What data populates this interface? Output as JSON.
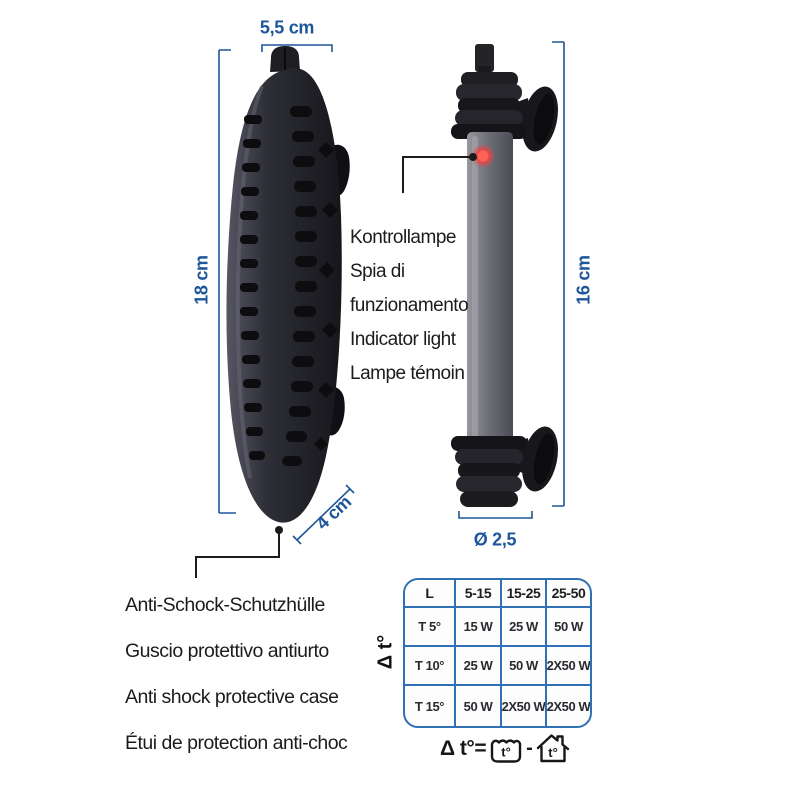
{
  "page": {
    "background": "#ffffff"
  },
  "colors": {
    "dimension_blue": "#1e569b",
    "table_border_blue": "#3070b5",
    "label_text": "#1c1c1c",
    "indicator_red": "#ee4440",
    "product_black": "#1b1b20",
    "tube_gray": "#73737b"
  },
  "case": {
    "dim_top_width": "5,5 cm",
    "dim_height": "18 cm",
    "dim_bottom_width": "4 cm",
    "callout_lines": [
      "Anti-Schock-Schutzhülle",
      "Guscio protettivo antiurto",
      "Anti shock protective case",
      "Étui de protection anti-choc"
    ]
  },
  "heater": {
    "dim_height": "16 cm",
    "dim_diameter": "Ø 2,5",
    "indicator_lines": [
      "Kontrollampe",
      "Spia di",
      "funzionamento",
      "Indicator light",
      "Lampe témoin"
    ]
  },
  "power_table": {
    "axis_label": "Δ t°",
    "header": [
      "L",
      "5-15",
      "15-25",
      "25-50"
    ],
    "rows": [
      {
        "label": "T 5°",
        "values": [
          "15 W",
          "25 W",
          "50 W"
        ]
      },
      {
        "label": "T 10°",
        "values": [
          "25 W",
          "50 W",
          "2X50 W"
        ]
      },
      {
        "label": "T 15°",
        "values": [
          "50 W",
          "2X50 W",
          "2X50 W"
        ]
      }
    ]
  },
  "formula": {
    "lhs": "Δ t°=",
    "tank_value": "t°",
    "minus": "-",
    "house_value": "t°"
  }
}
